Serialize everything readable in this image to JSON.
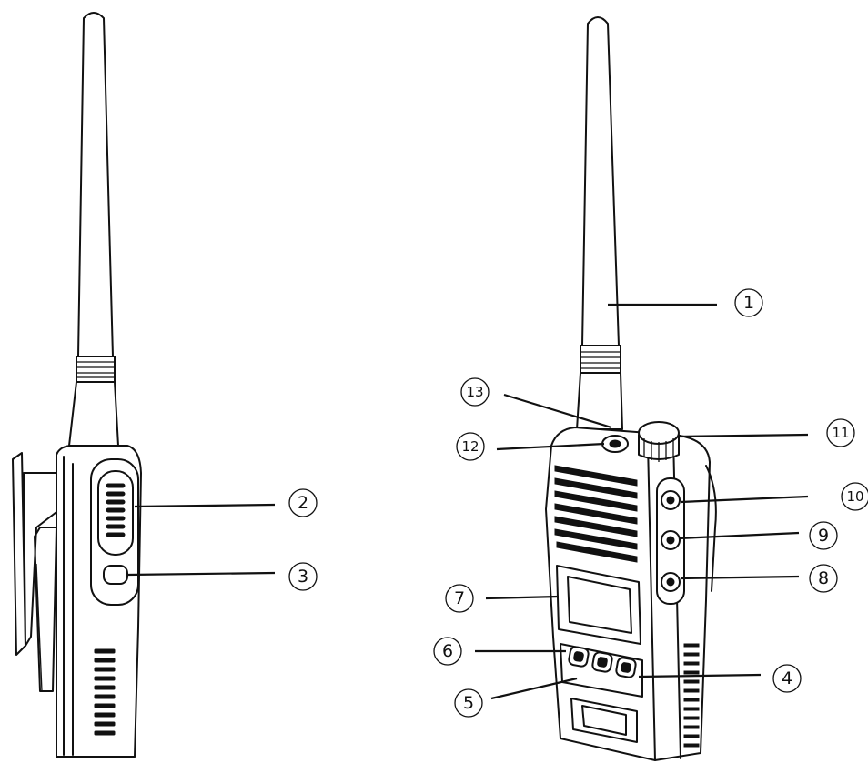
{
  "callouts": [
    {
      "id": "1",
      "label": "①"
    },
    {
      "id": "2",
      "label": "②"
    },
    {
      "id": "3",
      "label": "③"
    },
    {
      "id": "4",
      "label": "④"
    },
    {
      "id": "5",
      "label": "⑤"
    },
    {
      "id": "6",
      "label": "⑥"
    },
    {
      "id": "7",
      "label": "⑦"
    },
    {
      "id": "8",
      "label": "⑧"
    },
    {
      "id": "9",
      "label": "⑨"
    },
    {
      "id": "10",
      "label": "10"
    },
    {
      "id": "11",
      "label": "11"
    },
    {
      "id": "12",
      "label": "12"
    },
    {
      "id": "13",
      "label": "13"
    }
  ]
}
